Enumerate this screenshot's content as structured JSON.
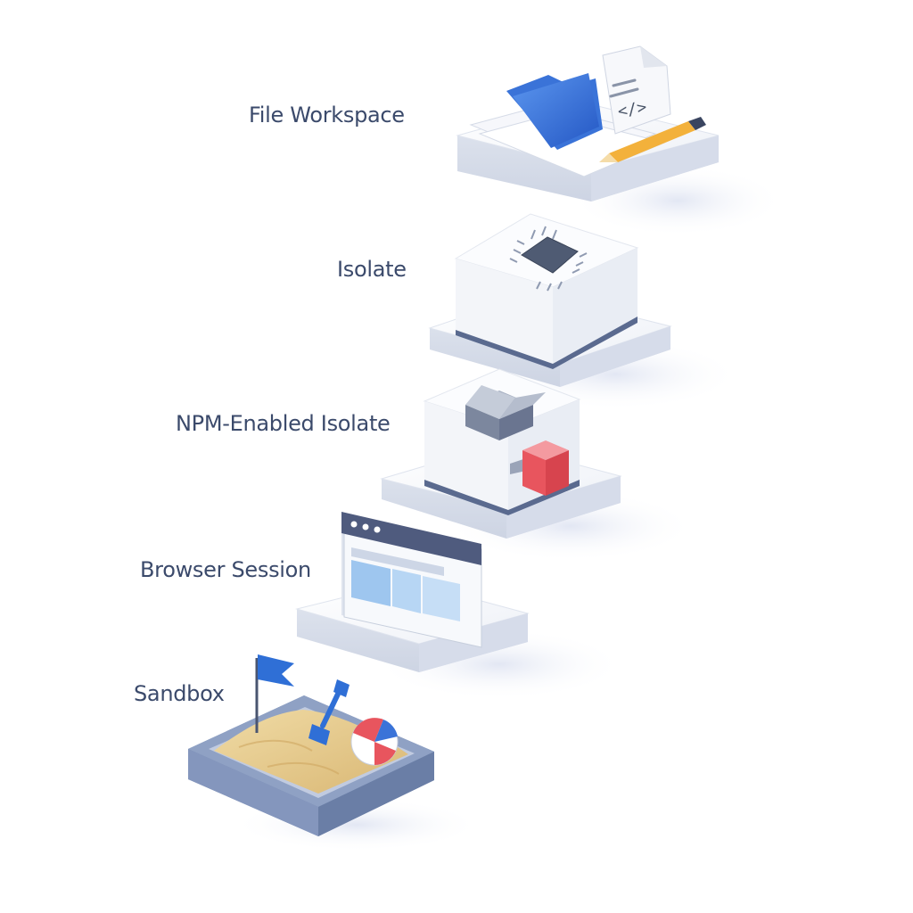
{
  "colors": {
    "label_text": "#3b4a6b",
    "platform_top": "#f1f3f8",
    "platform_side": "#d5dbe8",
    "accent_blue": "#2f6fd6",
    "accent_red": "#e8555e",
    "chip_dark": "#4f5b73",
    "sand": "#e8cc8c",
    "sandbox_frame": "#7b8fb5"
  },
  "tiers": [
    {
      "label": "File Workspace",
      "icon": "folder-code-pencil-icon"
    },
    {
      "label": "Isolate",
      "icon": "cpu-chip-icon"
    },
    {
      "label": "NPM-Enabled Isolate",
      "icon": "package-box-icon"
    },
    {
      "label": "Browser Session",
      "icon": "browser-window-icon"
    },
    {
      "label": "Sandbox",
      "icon": "sandbox-flag-shovel-ball-icon"
    }
  ]
}
